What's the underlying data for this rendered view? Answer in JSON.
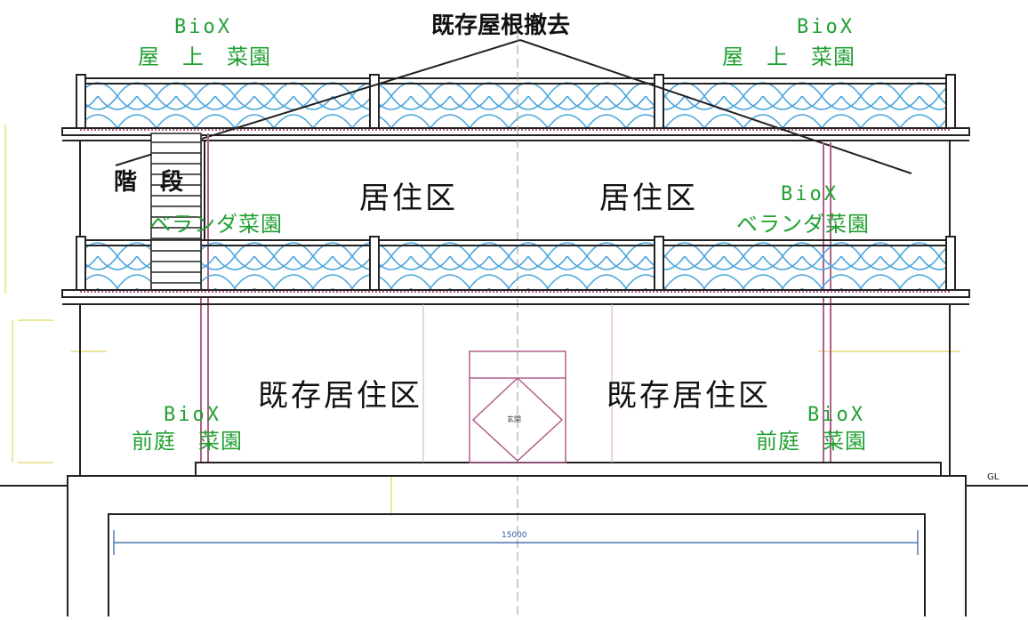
{
  "labels": {
    "roof_removal": "既存屋根撤去",
    "biox": "BioX",
    "rooftop_garden": "屋　上　菜園",
    "rooftop_garden_right": "屋　上　菜園",
    "stairs": "階　段",
    "veranda_garden": "ベランダ菜園",
    "residential_area": "居住区",
    "existing_residential_area": "既存居住区",
    "front_yard_garden": "前庭　菜園",
    "entrance": "玄関",
    "ground_level": "GL",
    "width_dimension": "15000"
  },
  "colors": {
    "line": "#222222",
    "garden_text": "#22a032",
    "mesh": "#4aa6dd",
    "pink": "#b0608a",
    "faint": "#eae69a"
  },
  "icons": {
    "stairs": "stair-steps",
    "mesh": "lattice-mesh"
  }
}
